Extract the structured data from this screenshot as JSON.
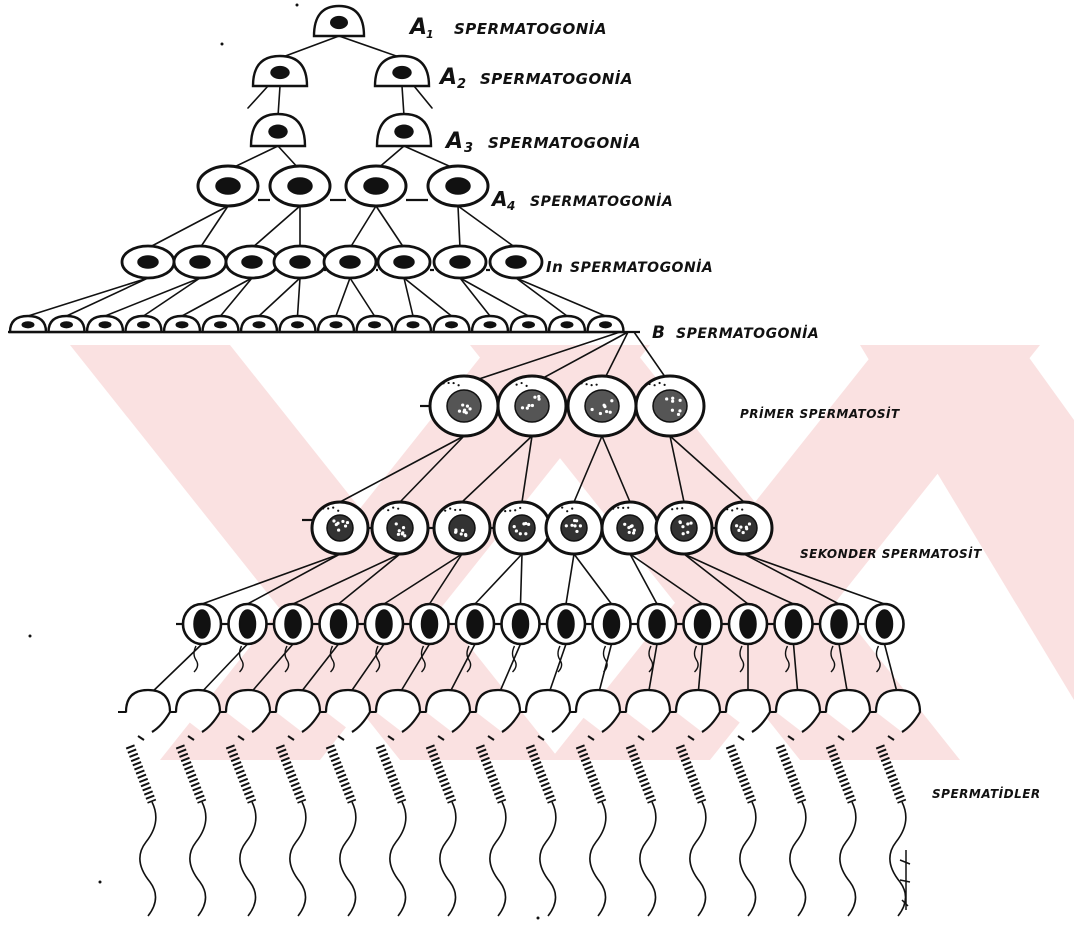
{
  "diagram": {
    "labels": {
      "a1_prefix": "A",
      "a1_sub": "1",
      "a1_name": "SPERMATOGONİA",
      "a2_prefix": "A",
      "a2_sub": "2",
      "a2_name": "SPERMATOGONİA",
      "a3_prefix": "A",
      "a3_sub": "3",
      "a3_name": "SPERMATOGONİA",
      "a4_prefix": "A",
      "a4_sub": "4",
      "a4_name": "SPERMATOGONİA",
      "in_prefix": "In",
      "in_name": "SPERMATOGONİA",
      "b_prefix": "B",
      "b_name": "SPERMATOGONİA",
      "primer": "PRİMER SPERMATOSİT",
      "sekonder": "SEKONDER SPERMATOSİT",
      "spermatid": "SPERMATİDLER"
    },
    "generations": [
      {
        "stage": "A1",
        "count": 1
      },
      {
        "stage": "A2",
        "count": 2
      },
      {
        "stage": "A3",
        "count": 2
      },
      {
        "stage": "A4",
        "count": 4
      },
      {
        "stage": "In",
        "count": 8
      },
      {
        "stage": "B",
        "count": 16
      },
      {
        "stage": "Primer spermatosit",
        "count": 4
      },
      {
        "stage": "Sekonder spermatosit",
        "count": 8
      },
      {
        "stage": "Spermatid (round)",
        "count": 16
      },
      {
        "stage": "Spermatid (elongating)",
        "count": 16
      }
    ],
    "colors": {
      "ink": "#111111",
      "watermark": "#f6d0d0"
    }
  }
}
